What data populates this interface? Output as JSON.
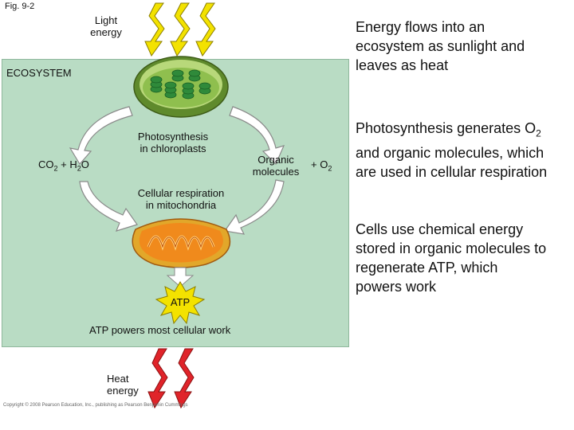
{
  "figure_label": "Fig. 9-2",
  "light_energy": {
    "line1": "Light",
    "line2": "energy"
  },
  "ecosystem_label": "ECOSYSTEM",
  "photosynthesis": {
    "line1": "Photosynthesis",
    "line2": "in chloroplasts"
  },
  "reactants": {
    "co": "CO",
    "co_sub": "2",
    "plus_h": "+ H",
    "h_sub": "2",
    "o": "O"
  },
  "products": {
    "organic1": "Organic",
    "organic2": "molecules",
    "plus_o": "+ O",
    "o_sub": "2"
  },
  "respiration": {
    "line1": "Cellular respiration",
    "line2": "in mitochondria"
  },
  "atp": "ATP",
  "atp_powers": "ATP powers most cellular work",
  "heat_energy": {
    "line1": "Heat",
    "line2": "energy"
  },
  "side_text": {
    "p1": [
      "Energy flows into an",
      "ecosystem as sunlight and",
      "leaves as heat"
    ],
    "p2_line1_pre": "Photosynthesis generates O",
    "p2_line1_sub": "2",
    "p2_line2": "and organic molecules, which",
    "p2_line3": "are used in cellular respiration",
    "p3": [
      "Cells use chemical energy",
      "stored in organic molecules to",
      "regenerate ATP, which",
      "powers work"
    ]
  },
  "copyright": "Copyright © 2008 Pearson Education, Inc., publishing as Pearson Benjamin Cummings",
  "colors": {
    "ecosystem_bg": "#b9dcc4",
    "sunlight": "#f3e200",
    "heat": "#e0242a",
    "chloroplast": "#7bb04a",
    "mitochondrion": "#f08a1c"
  }
}
